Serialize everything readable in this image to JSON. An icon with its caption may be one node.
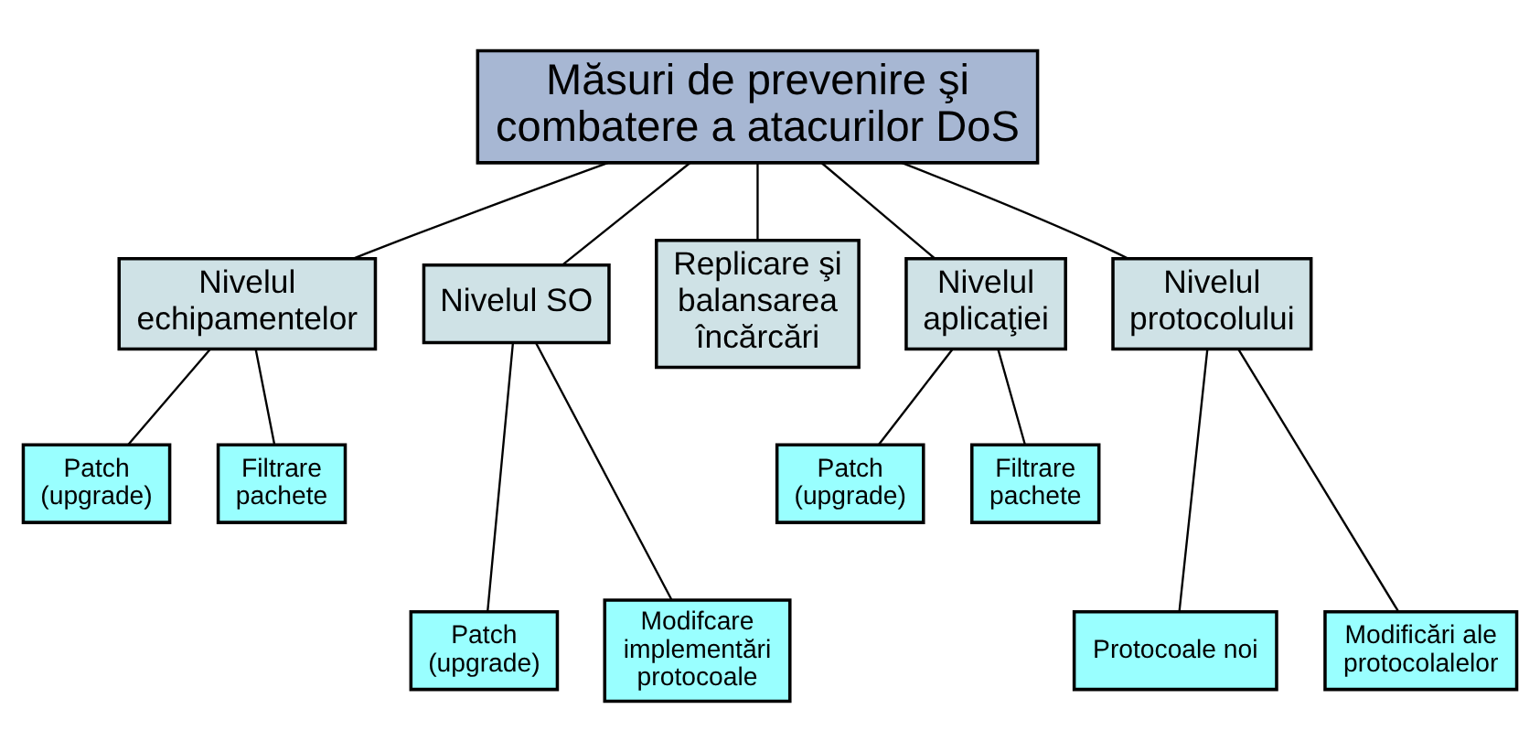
{
  "diagram": {
    "nodes": [
      {
        "text": [
          "Măsuri de prevenire şi combatere a atacurilor DoS"
        ]
      },
      {
        "text": [
          "Nivelul echipamentelor"
        ]
      },
      {
        "text": [
          "Nivelul SO"
        ]
      },
      {
        "text": [
          "Replicare şi balansarea încărcări"
        ]
      },
      {
        "text": [
          "Nivelul aplicaţiei"
        ]
      },
      {
        "text": [
          "Nivelul protocolului"
        ]
      },
      {
        "text": [
          "Patch (upgrade)"
        ]
      },
      {
        "text": [
          "Filtrare pachete"
        ]
      },
      {
        "text": [
          "Patch (upgrade)"
        ]
      },
      {
        "text": [
          "Modifcare implementări protocoale"
        ]
      },
      {
        "text": [
          "Patch (upgrade)"
        ]
      },
      {
        "text": [
          "Filtrare pachete"
        ]
      },
      {
        "text": [
          "Protocoale noi"
        ]
      },
      {
        "text": [
          "Modificări ale protocolalelor"
        ]
      }
    ],
    "edges": [
      {
        "from": 0,
        "to": 1,
        "arrow": "none"
      },
      {
        "from": 0,
        "to": 2,
        "arrow": "none"
      },
      {
        "from": 0,
        "to": 3,
        "arrow": "none"
      },
      {
        "from": 0,
        "to": 4,
        "arrow": "none"
      },
      {
        "from": 0,
        "to": 5,
        "arrow": "none"
      },
      {
        "from": 1,
        "to": 6,
        "arrow": "none"
      },
      {
        "from": 1,
        "to": 7,
        "arrow": "none"
      },
      {
        "from": 2,
        "to": 8,
        "arrow": "none"
      },
      {
        "from": 2,
        "to": 9,
        "arrow": "none"
      },
      {
        "from": 4,
        "to": 10,
        "arrow": "none"
      },
      {
        "from": 4,
        "to": 11,
        "arrow": "none"
      },
      {
        "from": 5,
        "to": 12,
        "arrow": "none"
      },
      {
        "from": 5,
        "to": 13,
        "arrow": "none"
      }
    ]
  }
}
